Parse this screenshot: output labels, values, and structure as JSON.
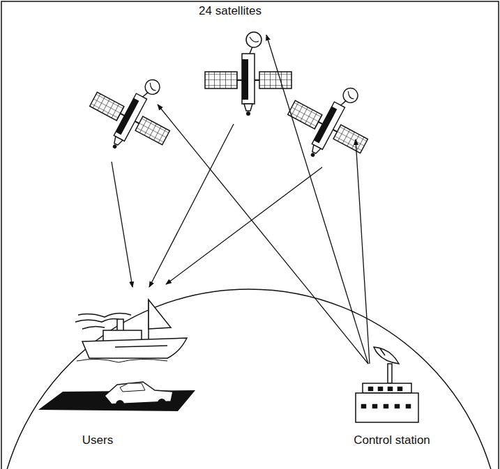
{
  "diagram": {
    "labels": [
      "24 satellites",
      "Users",
      "Control station"
    ]
  }
}
